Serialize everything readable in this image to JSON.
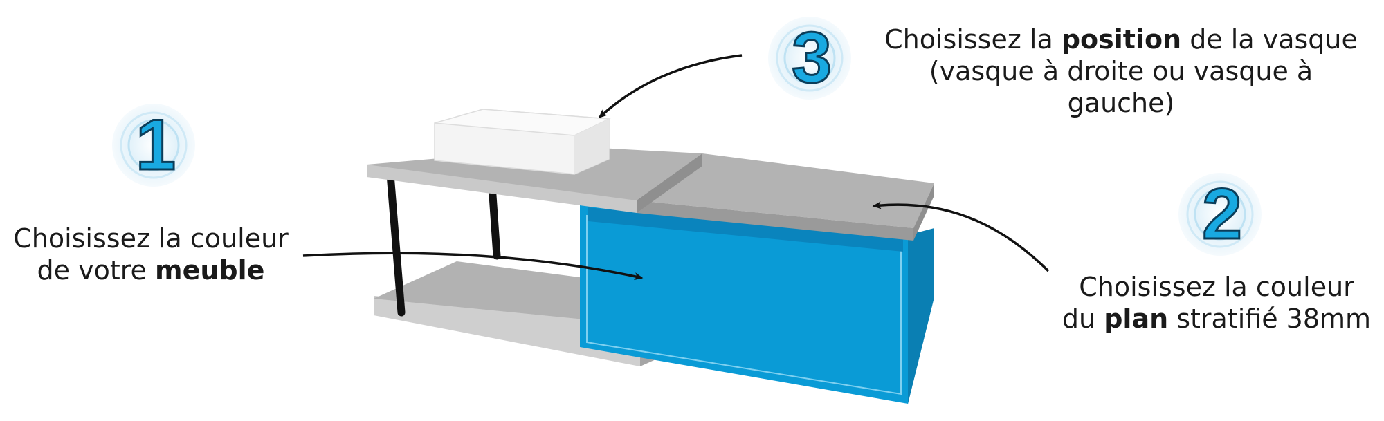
{
  "badges": {
    "one": "1",
    "two": "2",
    "three": "3"
  },
  "callouts": {
    "meuble": {
      "line1": "Choisissez la couleur",
      "line2_pre": "de votre ",
      "line2_bold": "meuble"
    },
    "plan": {
      "line1": "Choisissez la couleur",
      "line2_pre": "du ",
      "line2_bold": "plan",
      "line2_post": " stratifié 38mm"
    },
    "vasque": {
      "line1_pre": "Choisissez la ",
      "line1_bold": "position",
      "line1_post": " de la vasque",
      "line2": "(vasque à droite ou vasque à gauche)"
    }
  },
  "colors": {
    "cabinet_blue": "#0a9bd6",
    "cabinet_blue_dark": "#0a7fb3",
    "badge_blue": "#19a9e1",
    "countertop_gray": "#b5b5b5",
    "countertop_dark": "#8f8f8f",
    "basin_white": "#f4f4f4",
    "leg_black": "#111111",
    "text": "#1a1a1a"
  }
}
